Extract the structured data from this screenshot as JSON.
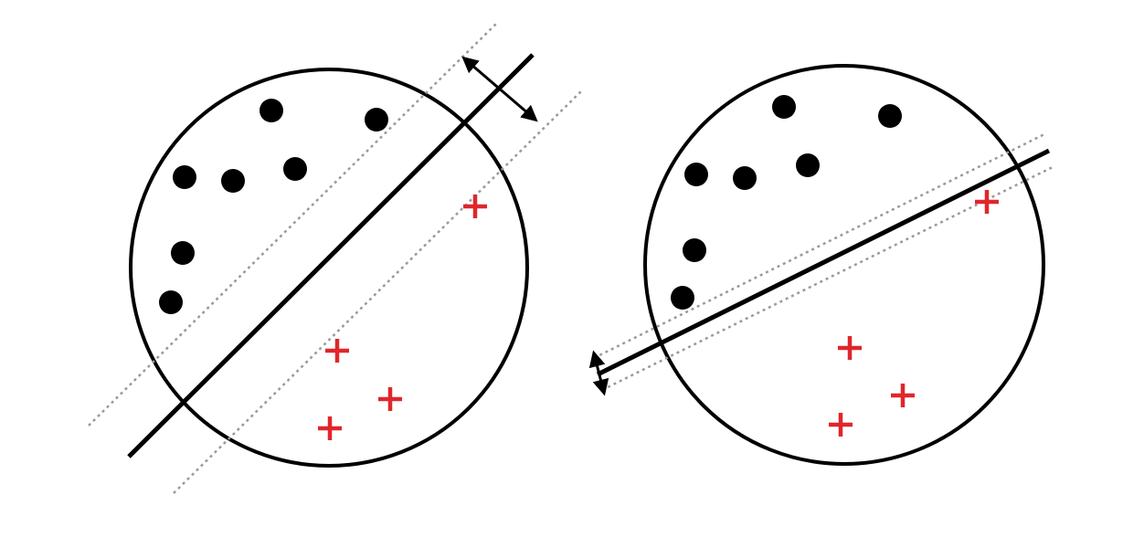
{
  "colors": {
    "background": "#ffffff",
    "stroke": "#000000",
    "margin_line": "#9a9a9a",
    "dot": "#000000",
    "plus": "#e0262b"
  },
  "icons": {
    "negative_sample": "filled-circle",
    "positive_sample": "red-plus",
    "margin_indicator": "double-headed-arrow"
  },
  "panels": [
    {
      "id": "wide-margin",
      "negative_count": 7,
      "positive_count": 4
    },
    {
      "id": "narrow-margin",
      "negative_count": 7,
      "positive_count": 4
    }
  ]
}
